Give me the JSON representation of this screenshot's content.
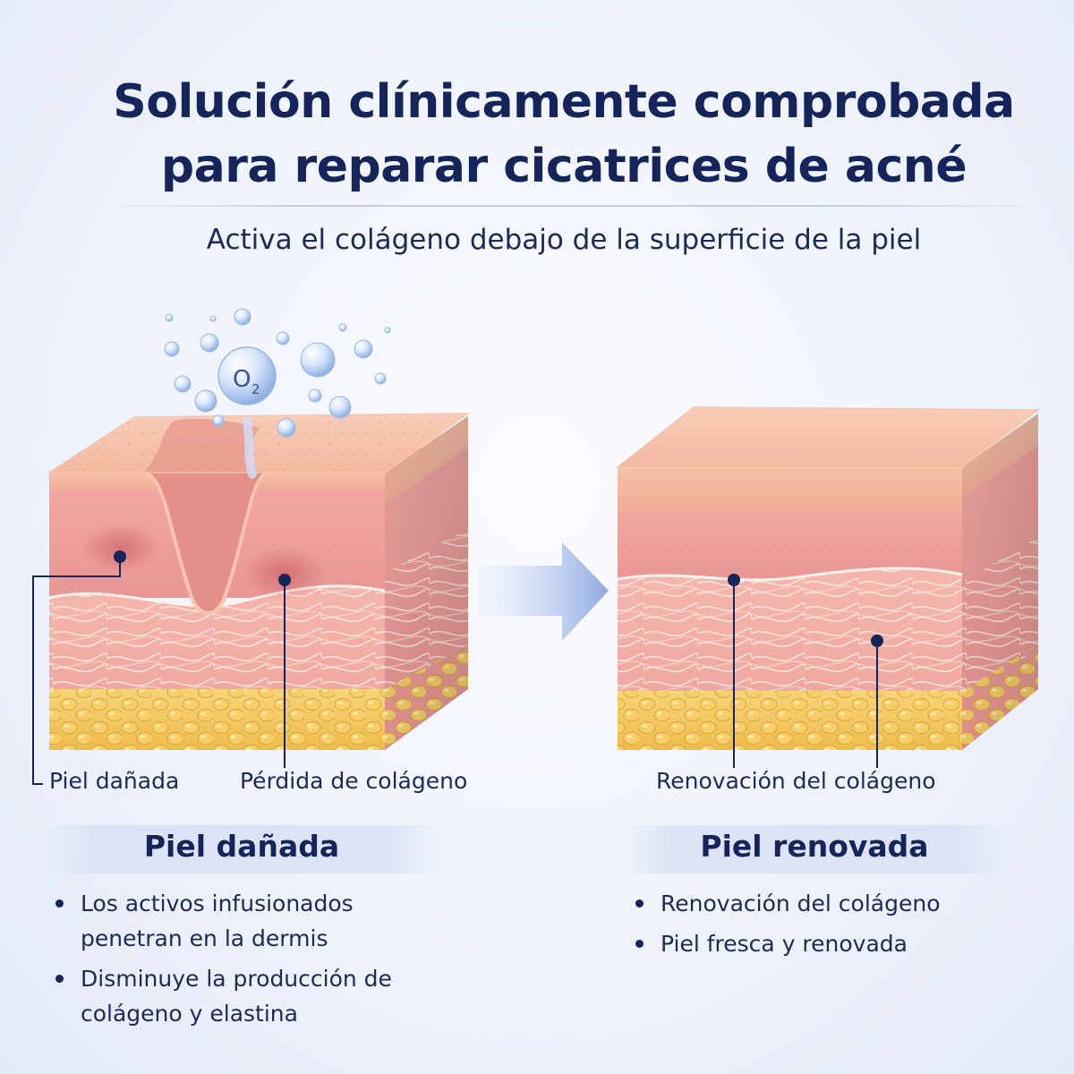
{
  "header": {
    "title_line1": "Solución clínicamente comprobada",
    "title_line2": "para reparar cicatrices de acné",
    "subtitle": "Activa el colágeno debajo de la superficie de la piel"
  },
  "left_panel": {
    "oxygen_label": "O",
    "oxygen_subscript": "2",
    "callouts": [
      "Piel dañada",
      "Pérdida de colágeno"
    ],
    "title": "Piel dañada",
    "bullets": [
      "Los activos infusionados penetran en la dermis",
      "Disminuye la producción de colágeno y elastina"
    ]
  },
  "right_panel": {
    "callouts": [
      "Renovación del colágeno"
    ],
    "title": "Piel renovada",
    "bullets": [
      "Renovación del colágeno",
      "Piel fresca y renovada"
    ]
  },
  "colors": {
    "navy": "#15245a",
    "skin_surface": "#f2b39d",
    "dermis": "#eea6a0",
    "fat": "#f2c95a",
    "arrow": "#9db4e6"
  }
}
